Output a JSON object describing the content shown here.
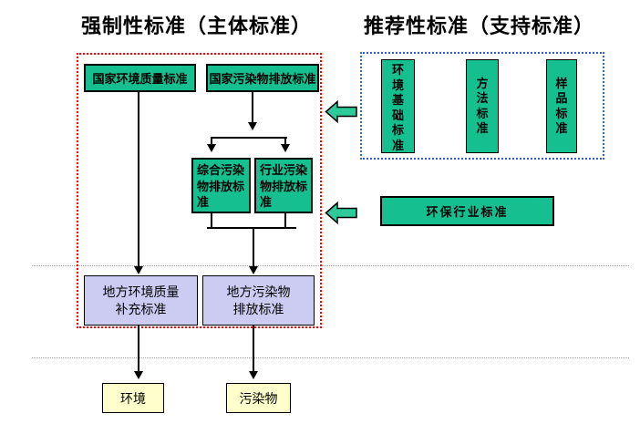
{
  "colors": {
    "box_green": "#16BF90",
    "arrow_green": "#2FCA9C",
    "box_purple": "#CCCCF2",
    "box_yellow": "#FFFFCC",
    "mandatory_border_red": "#FF0000",
    "recommended_border_blue": "#3060C8",
    "separator_gray": "#A0A0A0"
  },
  "titles": {
    "mandatory": "强制性标准（主体标准）",
    "recommended": "推荐性标准（支持标准）"
  },
  "mandatory": {
    "national_env_quality": "国家环境质量标准",
    "national_pollutant_discharge": "国家污染物排放标准",
    "comprehensive_pollutant_discharge": "综合污染物排放标准",
    "industry_pollutant_discharge": "行业污染物排放标准",
    "local_env_quality": {
      "line1": "地方环境质量",
      "line2": "补充标准"
    },
    "local_pollutant_discharge": {
      "line1": "地方污染物",
      "line2": "排放标准"
    }
  },
  "recommended": {
    "env_basic_standard": "环境基础标准",
    "method_standard": "方法标准",
    "sample_standard": "样品标准",
    "env_industry_standard": "环保行业标准"
  },
  "objects": {
    "environment": "环境",
    "pollutant": "污染物"
  }
}
